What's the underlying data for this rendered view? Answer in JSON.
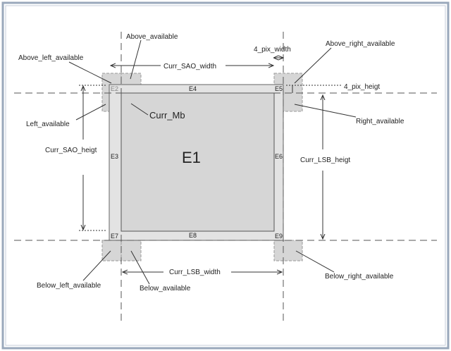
{
  "labels": {
    "above_available": "Above_available",
    "above_left_available": "Above_left_available",
    "curr_sao_width": "Curr_SAO_width",
    "four_pix_width": "4_pix_width",
    "above_right_available": "Above_right_available",
    "four_pix_height": "4_pix_heigt",
    "left_available": "Left_available",
    "curr_mb": "Curr_Mb",
    "right_available": "Right_available",
    "curr_sao_height": "Curr_SAO_heigt",
    "curr_lsb_height": "Curr_LSB_heigt",
    "below_left_available": "Below_left_available",
    "below_available": "Below_available",
    "curr_lsb_width": "Curr_LSB_width",
    "below_right_available": "Below_right_available"
  },
  "regions": {
    "e1": "E1",
    "e2": "E2",
    "e3": "E3",
    "e4": "E4",
    "e5": "E5",
    "e6": "E6",
    "e7": "E7",
    "e8": "E8",
    "e9": "E9"
  },
  "colors": {
    "frame_border": "#8a9ab0",
    "mb_fill": "#e6e6e6",
    "neighbor_fill": "#d4d4d4",
    "line": "#444444"
  }
}
